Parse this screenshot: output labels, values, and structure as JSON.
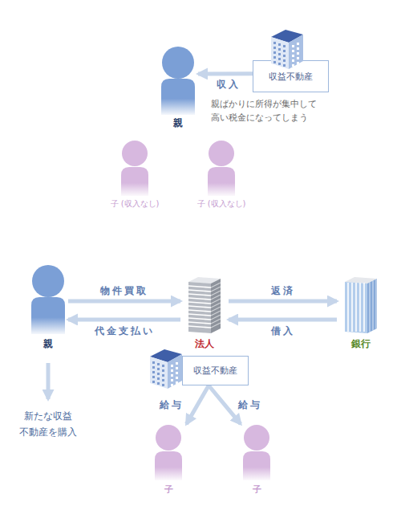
{
  "diagram": {
    "nodes": [
      {
        "text": [
          "親"
        ]
      },
      {
        "text": [
          "収益不動産"
        ]
      },
      {
        "text": [
          "子 (収入なし)"
        ]
      },
      {
        "text": [
          "子 (収入なし)"
        ]
      },
      {
        "text": [
          "親"
        ]
      },
      {
        "text": [
          "法人"
        ]
      },
      {
        "text": [
          "銀行"
        ]
      },
      {
        "text": [
          "収益不動産"
        ]
      },
      {
        "text": [
          "子"
        ]
      },
      {
        "text": [
          "子"
        ]
      }
    ],
    "edges": [
      {
        "from": 1,
        "to": 0,
        "arrow": "to",
        "label": "収入"
      },
      {
        "from": 4,
        "to": 5,
        "arrow": "to",
        "label": "物件買取"
      },
      {
        "from": 5,
        "to": 4,
        "arrow": "to",
        "label": "代金支払い"
      },
      {
        "from": 5,
        "to": 6,
        "arrow": "to",
        "label": "返済"
      },
      {
        "from": 6,
        "to": 5,
        "arrow": "to",
        "label": "借入"
      },
      {
        "from": 7,
        "to": 8,
        "arrow": "to",
        "label": "給与"
      },
      {
        "from": 7,
        "to": 9,
        "arrow": "to",
        "label": "給与"
      }
    ],
    "labels": [
      "親ばかりに所得が集中して 高い税金になってしまう",
      "新たな収益 不動産を購入"
    ]
  }
}
